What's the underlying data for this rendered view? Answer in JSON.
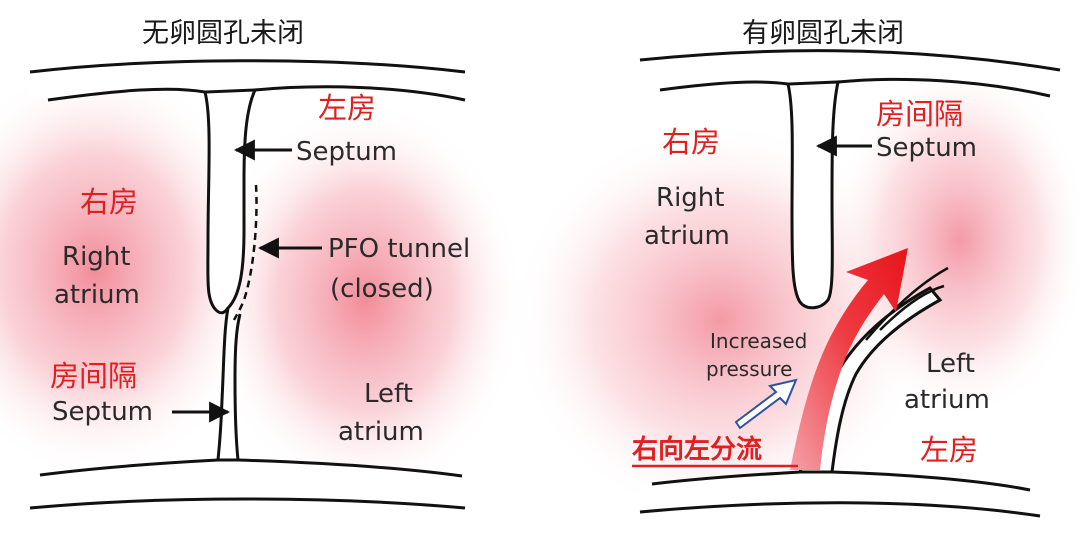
{
  "colors": {
    "blush": "#f07888",
    "label_red": "#e02020",
    "text_dark": "#2a2a2a",
    "arrow_red": "#e8141c",
    "hollow_arrow": "#3050a0"
  },
  "left_panel": {
    "title": "无卵圆孔未闭",
    "septum_top_cn": "左房",
    "septum_top_en": "Septum",
    "right_atrium_cn": "右房",
    "right_atrium_en_1": "Right",
    "right_atrium_en_2": "atrium",
    "pfo_tunnel_1": "PFO tunnel",
    "pfo_tunnel_2": "(closed)",
    "septum_bottom_cn": "房间隔",
    "septum_bottom_en": "Septum",
    "left_atrium_en_1": "Left",
    "left_atrium_en_2": "atrium"
  },
  "right_panel": {
    "title": "有卵圆孔未闭",
    "right_atrium_cn": "右房",
    "right_atrium_en_1": "Right",
    "right_atrium_en_2": "atrium",
    "septum_cn": "房间隔",
    "septum_en": "Septum",
    "pressure_1": "Increased",
    "pressure_2": "pressure",
    "left_atrium_en_1": "Left",
    "left_atrium_en_2": "atrium",
    "left_atrium_cn": "左房",
    "shunt_label": "右向左分流"
  }
}
